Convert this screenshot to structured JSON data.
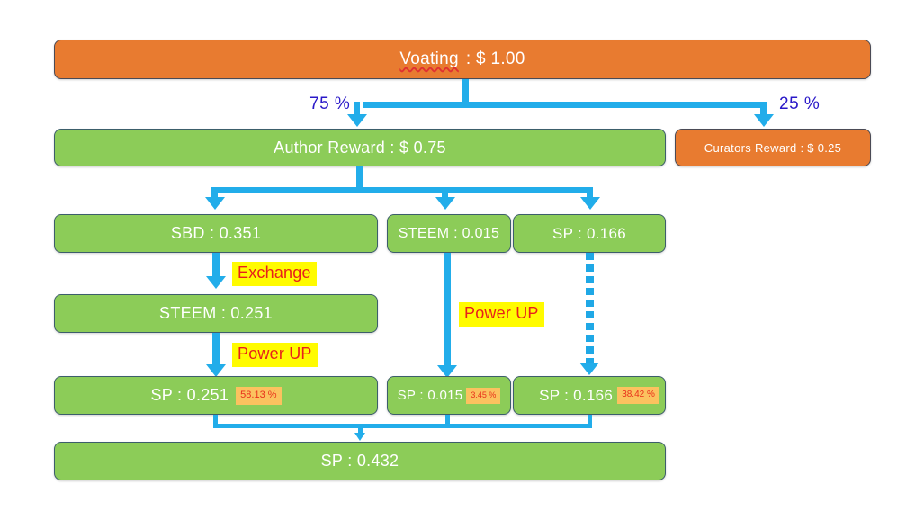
{
  "diagram": {
    "title_node": {
      "misspelled_word": "Voating",
      "rest": " : $ 1.00"
    },
    "split_labels": {
      "left": "75 %",
      "right": "25 %"
    },
    "row2": {
      "author": "Author Reward : $ 0.75",
      "curators": "Curators Reward : $ 0.25"
    },
    "row3": {
      "sbd": "SBD : 0.351",
      "steem": "STEEM : 0.015",
      "sp": "SP : 0.166"
    },
    "annotations": {
      "exchange": "Exchange",
      "power_up_left": "Power UP",
      "power_up_mid": "Power UP"
    },
    "row4": {
      "steem_converted": "STEEM : 0.251"
    },
    "row5": {
      "sp1": {
        "text": "SP : 0.251",
        "pct": "58.13 %"
      },
      "sp2": {
        "text": "SP : 0.015",
        "pct": "3.45 %"
      },
      "sp3": {
        "text": "SP : 0.166",
        "pct": "38.42 %"
      }
    },
    "row6": {
      "total": "SP : 0.432"
    },
    "colors": {
      "green": "#8ccc58",
      "orange": "#e87b30",
      "connector": "#22adea",
      "highlight": "#fffb00",
      "annotation_text": "#e8201b",
      "badge_bg": "#fbc25f",
      "percent_text": "#2a18c8"
    }
  }
}
